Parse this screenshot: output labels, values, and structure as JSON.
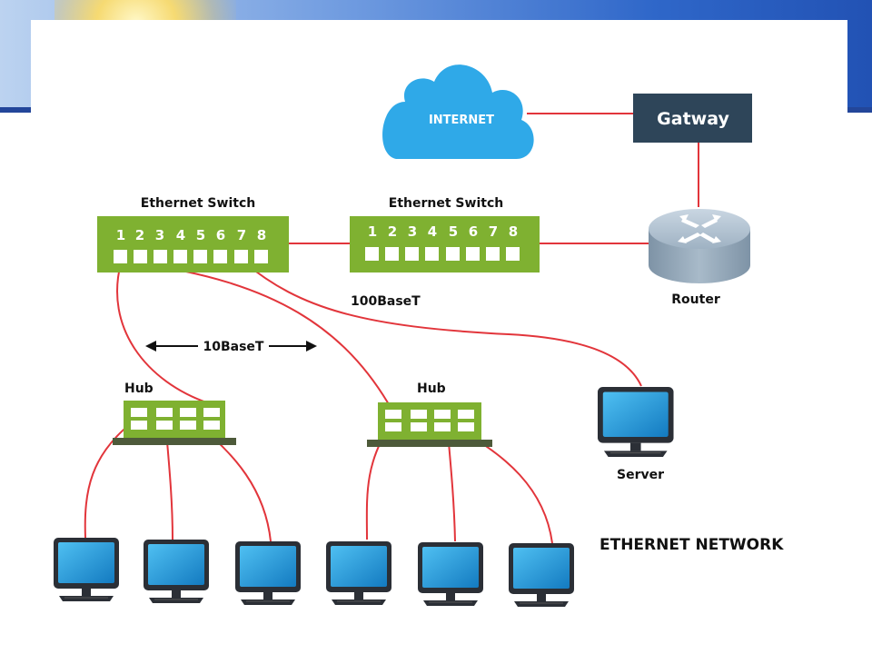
{
  "labels": {
    "internet": "INTERNET",
    "gateway": "Gatway",
    "router": "Router",
    "switch_left": "Ethernet Switch",
    "switch_right": "Ethernet Switch",
    "port_numbers": [
      "1",
      "2",
      "3",
      "4",
      "5",
      "6",
      "7",
      "8"
    ],
    "speed_100": "100BaseT",
    "speed_10": "10BaseT",
    "hub_left": "Hub",
    "hub_right": "Hub",
    "server": "Server",
    "network_title": "ETHERNET NETWORK"
  },
  "colors": {
    "cloud": "#2fa9e8",
    "gateway": "#2e4559",
    "switch": "#7fb131",
    "cable": "#e2353b",
    "router": "#8ea3b5",
    "monitor_screen": "#1f8bd0"
  }
}
